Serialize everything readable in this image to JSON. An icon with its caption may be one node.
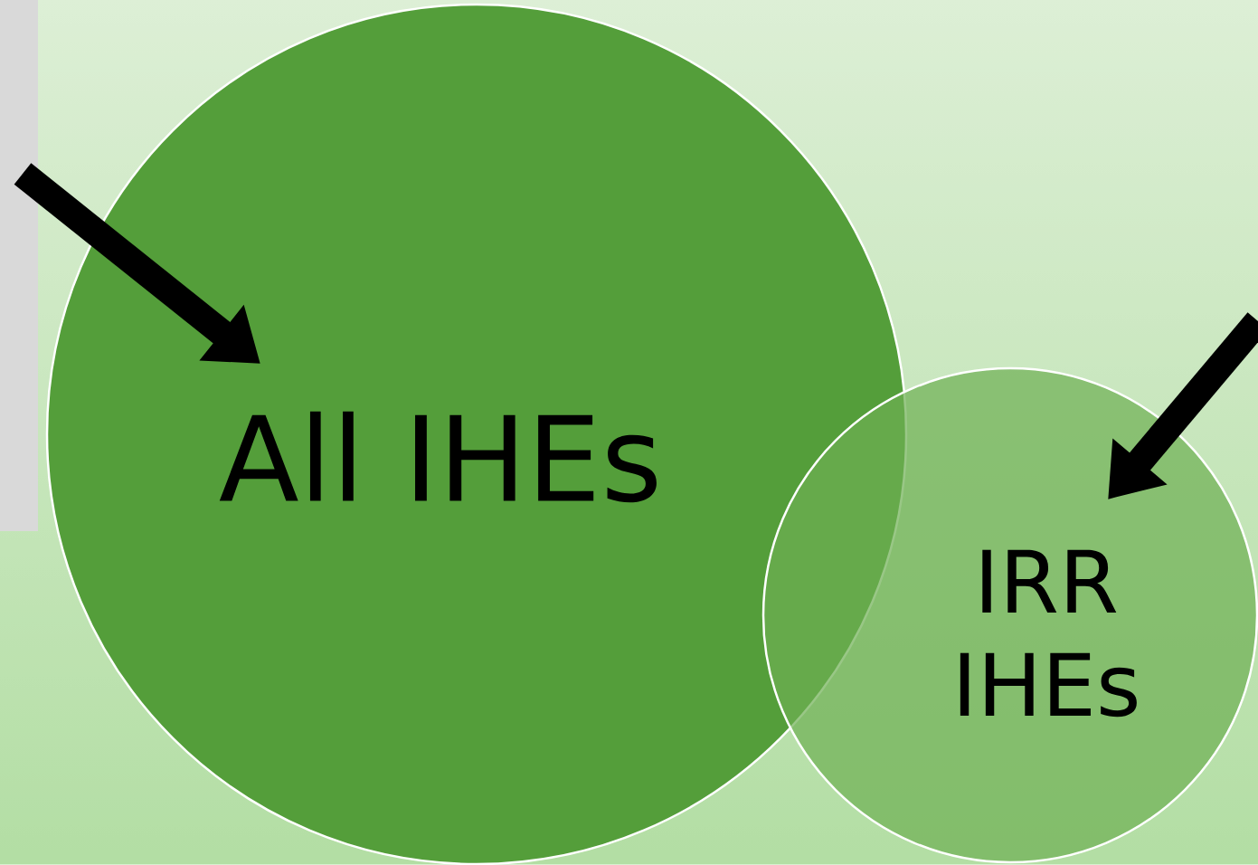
{
  "diagram": {
    "nodes": [
      {
        "text": [
          "All IHEs"
        ]
      },
      {
        "text": [
          "IRR IHEs"
        ]
      }
    ],
    "edges": [
      {
        "from": null,
        "to": 0,
        "arrow": "to"
      },
      {
        "from": null,
        "to": 1,
        "arrow": "to"
      }
    ]
  }
}
